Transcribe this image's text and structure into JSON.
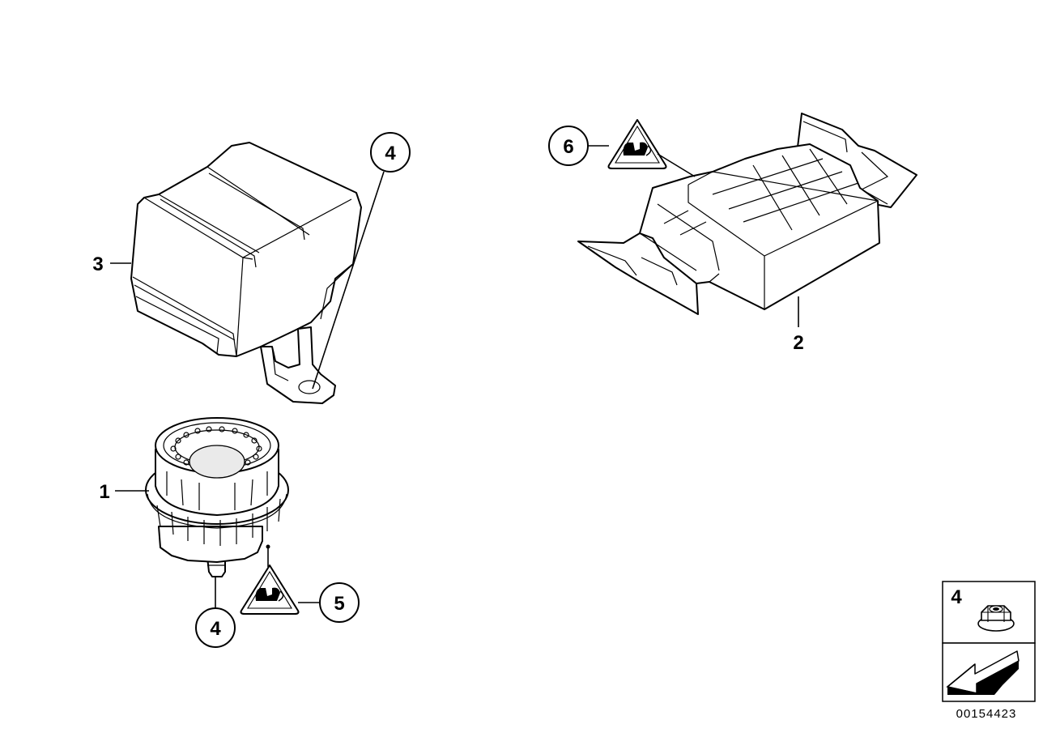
{
  "diagram_id": "00154423",
  "callouts": [
    {
      "id": "callout-1",
      "label": "1"
    },
    {
      "id": "callout-2",
      "label": "2"
    },
    {
      "id": "callout-3",
      "label": "3"
    },
    {
      "id": "callout-4-top",
      "label": "4"
    },
    {
      "id": "callout-4-bottom",
      "label": "4"
    },
    {
      "id": "callout-5",
      "label": "5"
    },
    {
      "id": "callout-6",
      "label": "6"
    }
  ],
  "legend": {
    "nut_label": "4"
  },
  "colors": {
    "line": "#000000",
    "background": "#ffffff",
    "shade": "#eaeaea"
  }
}
